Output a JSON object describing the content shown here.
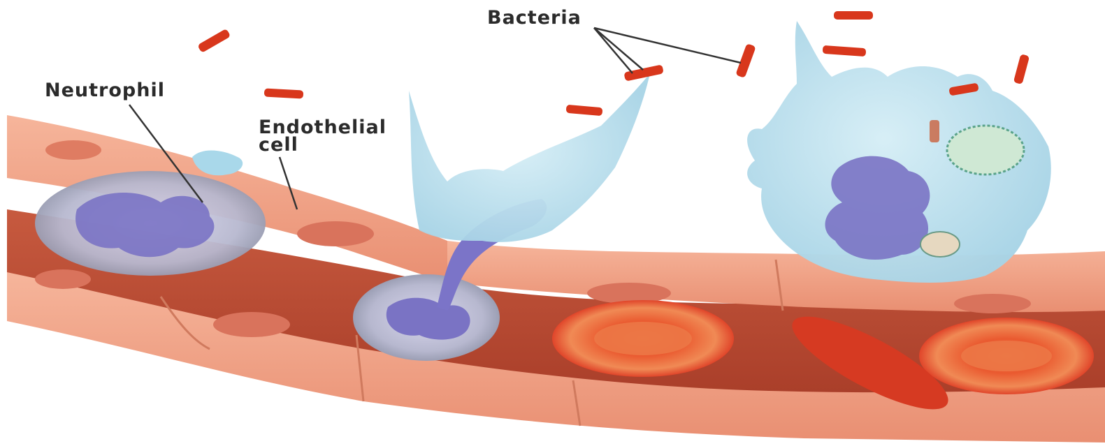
{
  "labels": {
    "bacteria": "Bacteria",
    "neutrophil": "Neutrophil",
    "endothelial_line1": "Endothelial",
    "endothelial_line2": "cell"
  },
  "colors": {
    "endothelium": "#f2a48a",
    "endothelium_dark": "#d9735c",
    "vessel_lumen": "#b8452f",
    "red_blood_cell": "#e2462a",
    "neutrophil_cytoplasm": "#bfe3ef",
    "neutrophil_nucleus": "#7a73c4",
    "bacteria": "#d8371c",
    "label_text": "#2b2b2b"
  }
}
